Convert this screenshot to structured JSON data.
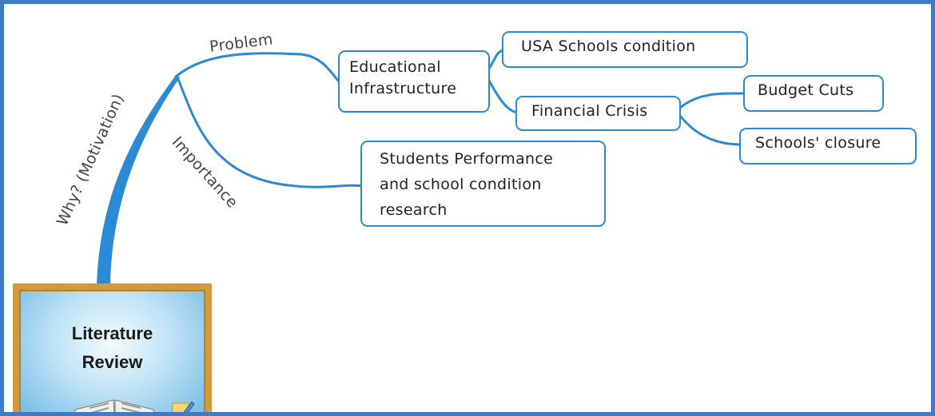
{
  "central": {
    "line1": "Literature",
    "line2": "Review"
  },
  "branches": {
    "why": "Why? (Motivation)",
    "problem": "Problem",
    "importance": "Importance"
  },
  "nodes": {
    "educational_infrastructure": {
      "line1": "Educational",
      "line2": "Infrastructure"
    },
    "usa_schools": "USA Schools condition",
    "financial_crisis": "Financial Crisis",
    "budget_cuts": "Budget Cuts",
    "schools_closure": "Schools' closure",
    "students_performance": {
      "line1": "Students Performance",
      "line2": "and school condition",
      "line3": "research"
    }
  },
  "colors": {
    "border": "#3e7ac6",
    "line": "#2a8ad4",
    "node_border": "#2a8ad4",
    "board_frame": "#d09a3d"
  }
}
